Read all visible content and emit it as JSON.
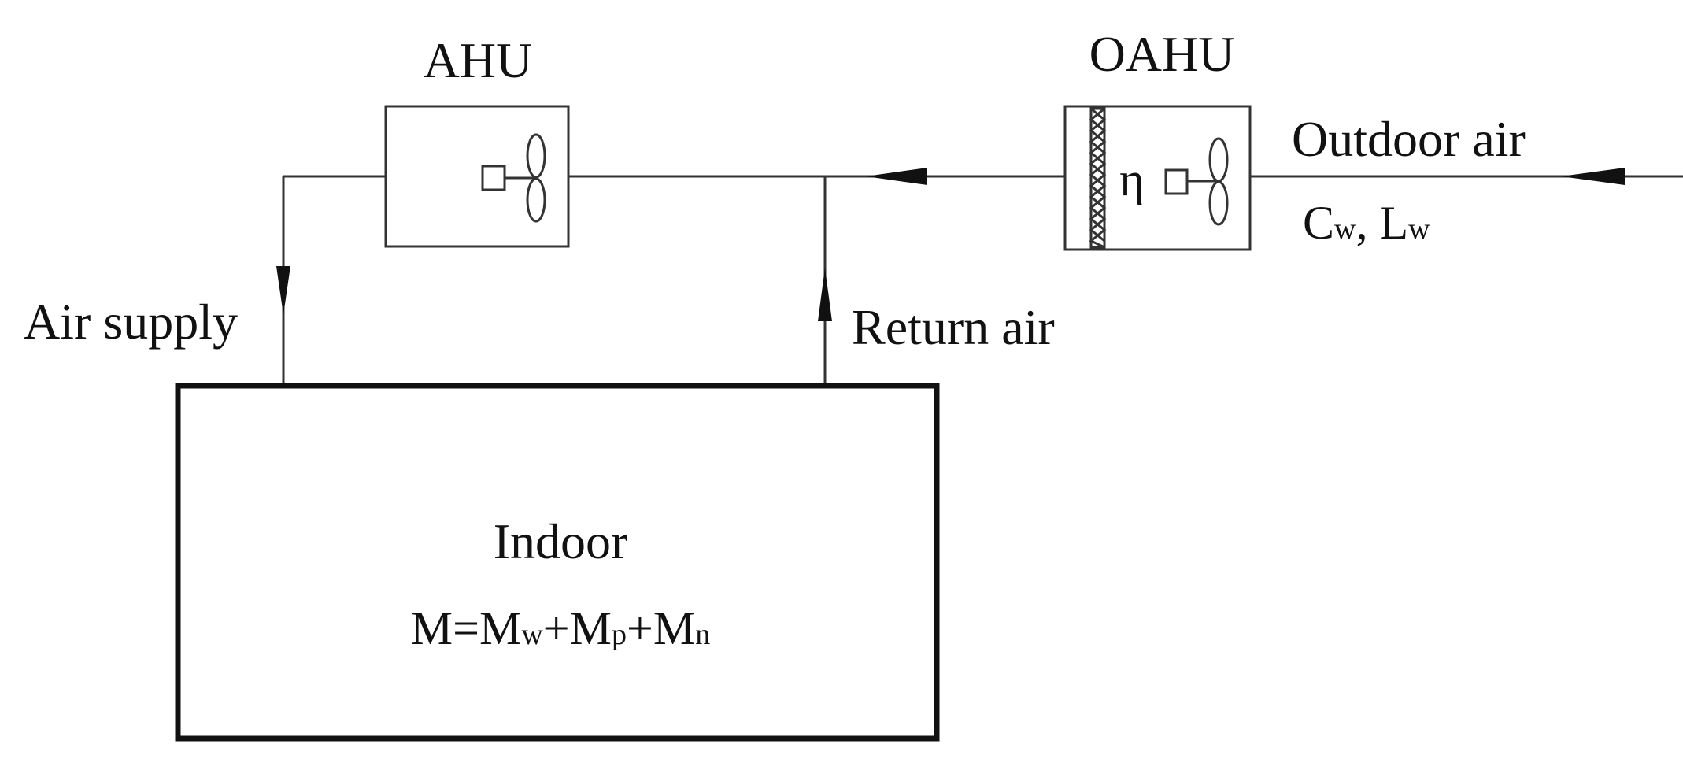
{
  "units": {
    "ahu": {
      "label": "AHU"
    },
    "oahu": {
      "label": "OAHU",
      "efficiency_symbol": "η"
    }
  },
  "flows": {
    "outdoor_air": "Outdoor air",
    "outdoor_params": {
      "c_main": "C",
      "c_sub": "w",
      "sep": ", ",
      "l_main": "L",
      "l_sub": "w"
    },
    "air_supply": "Air supply",
    "return_air": "Return air"
  },
  "indoor": {
    "label": "Indoor",
    "equation": {
      "lhs": "M=",
      "t1_main": "M",
      "t1_sub": "w",
      "plus1": "+",
      "t2_main": "M",
      "t2_sub": "p",
      "plus2": "+",
      "t3_main": "M",
      "t3_sub": "n"
    }
  },
  "colors": {
    "line": "#333333",
    "text": "#111111",
    "background": "#ffffff"
  }
}
